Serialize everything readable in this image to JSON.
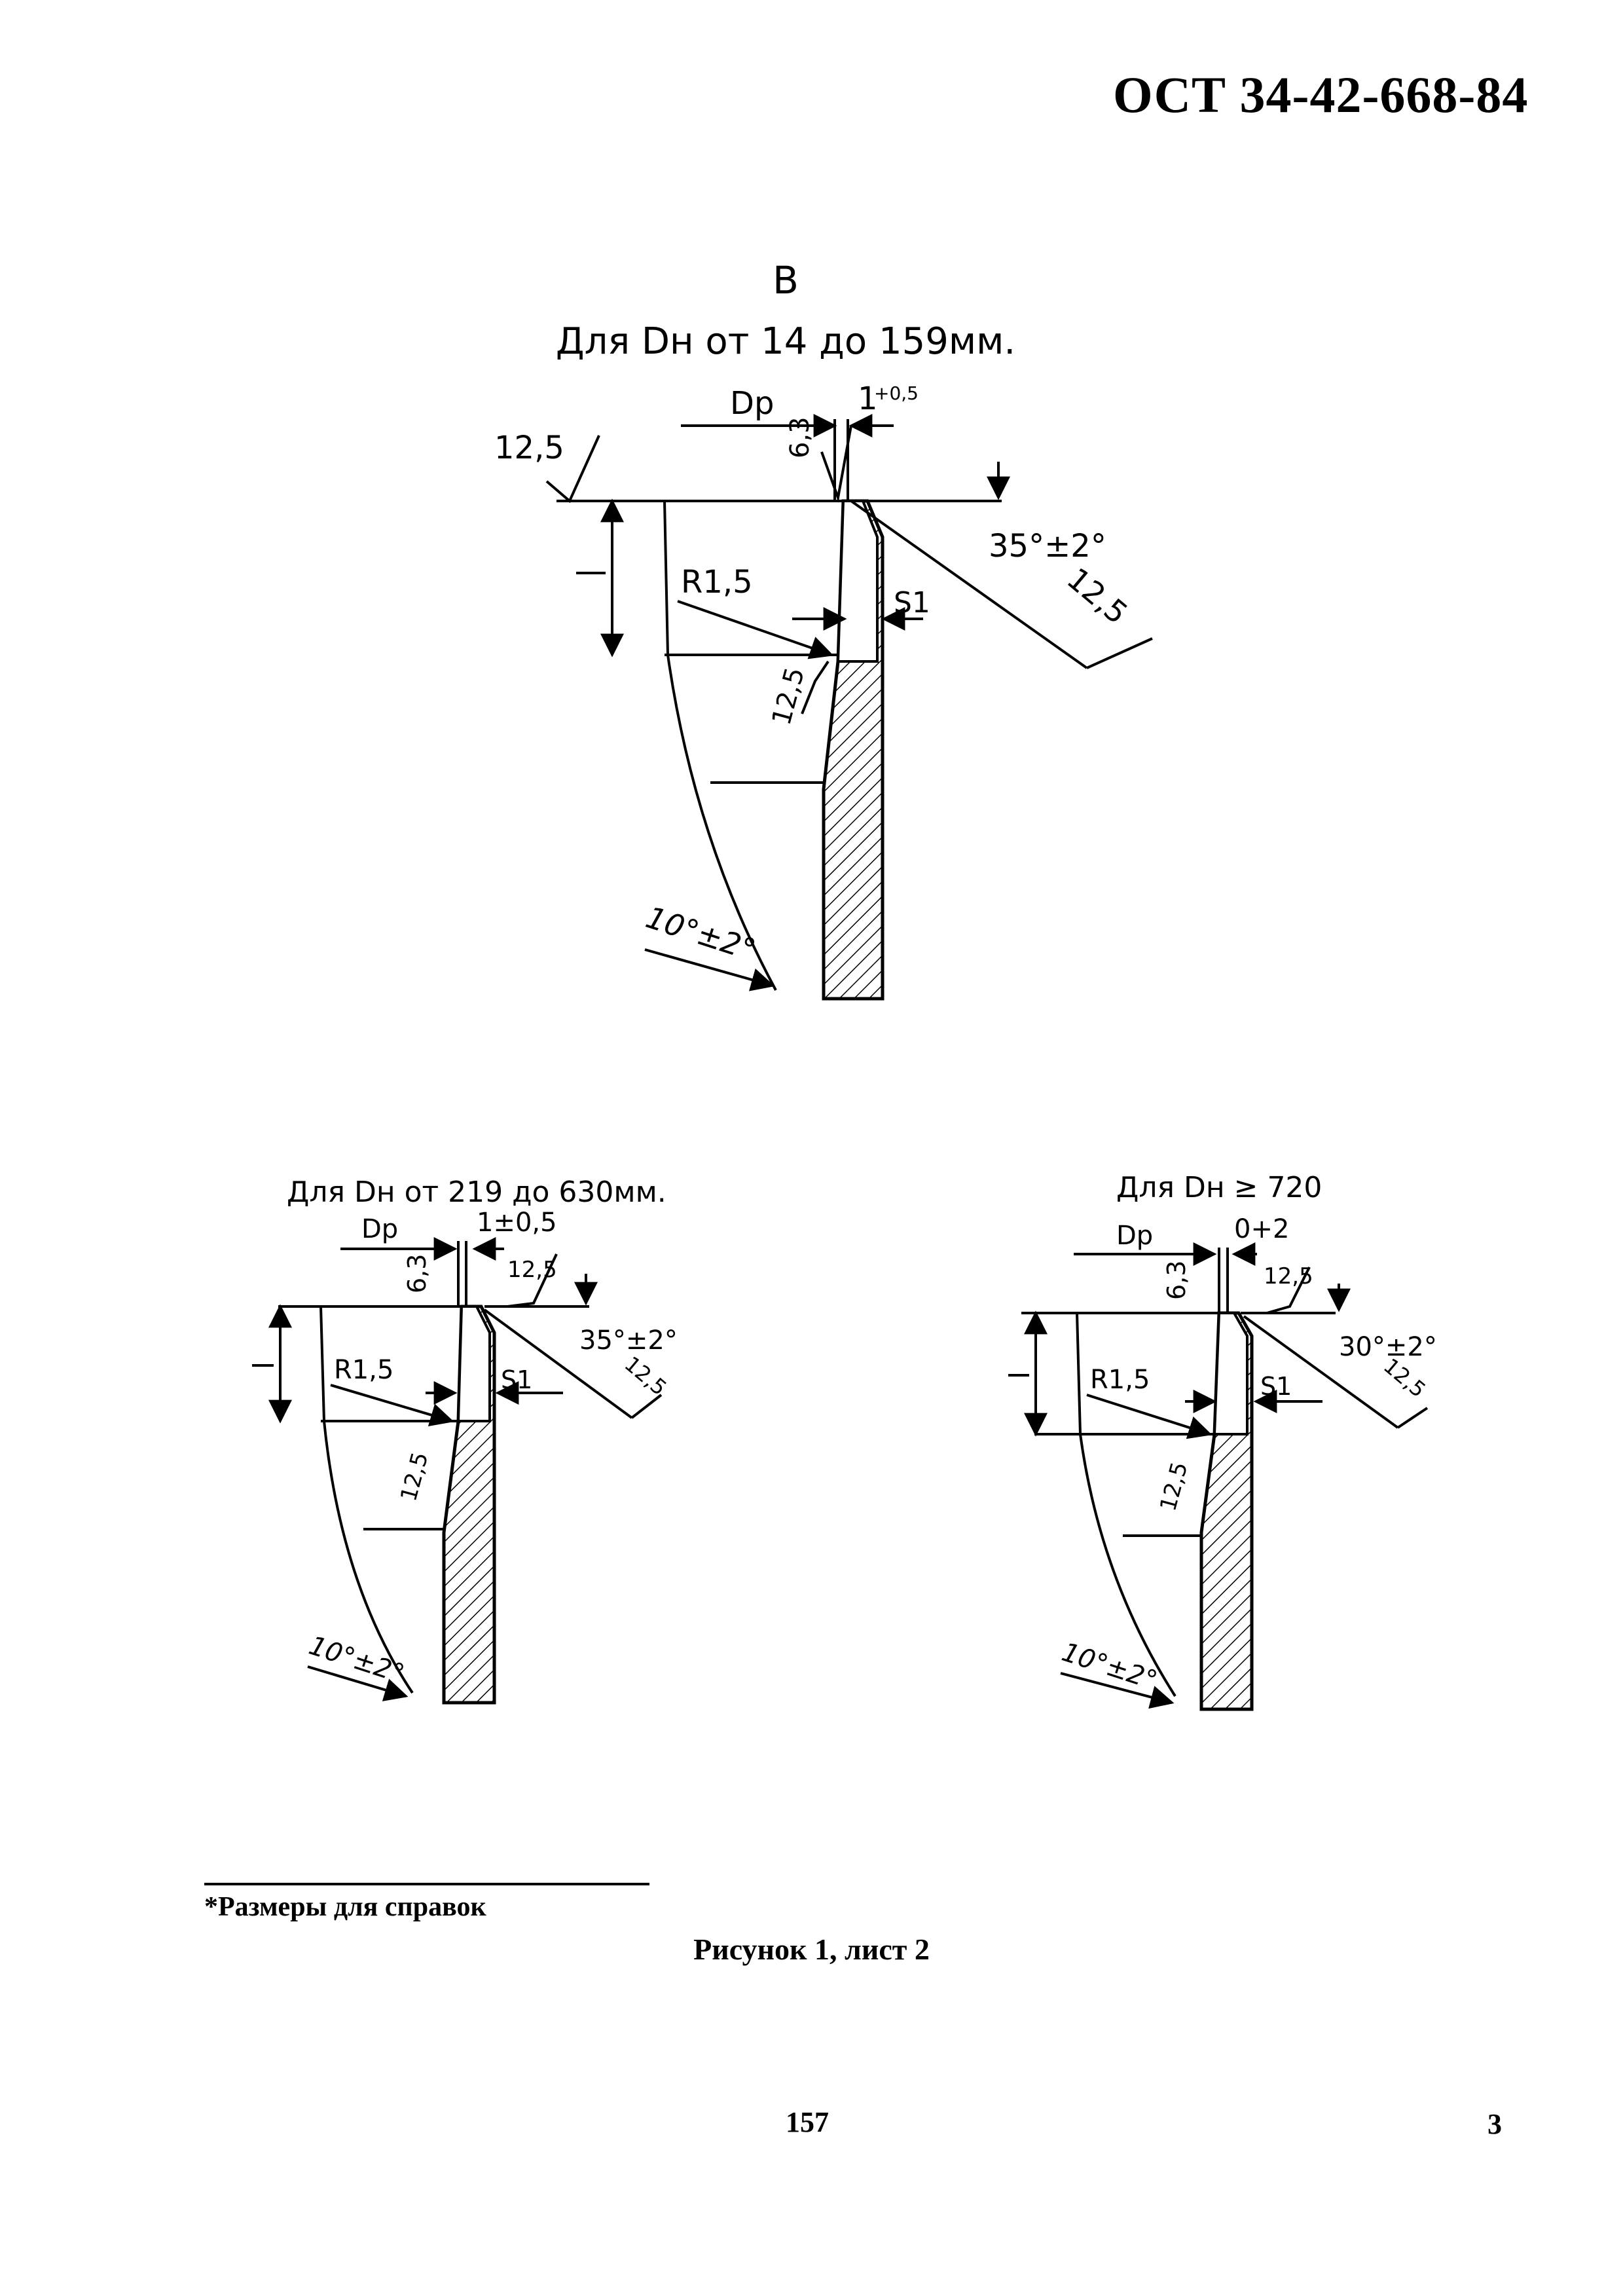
{
  "header": {
    "doc_code": "ОСТ 34-42-668-84"
  },
  "view_top": {
    "view_letter": "В",
    "range_title": "Для Dн от 14 до 159мм.",
    "dp_label": "Dр",
    "gap_label": "1",
    "gap_tol": "+0,5",
    "rough_6_3": "6,3",
    "rough_left": "12,5",
    "bevel_angle": "35°±2°",
    "rough_bevel": "12,5",
    "radius": "R1,5",
    "s1_label": "S1",
    "rough_taper": "12,5",
    "taper_angle": "10°±2°"
  },
  "view_left": {
    "range_title": "Для Dн от 219 до 630мм.",
    "dp_label": "Dр",
    "gap_label": "1±0,5",
    "rough_6_3": "6,3",
    "rough_top": "12,5",
    "bevel_angle": "35°±2°",
    "rough_bevel": "12,5",
    "radius": "R1,5",
    "s1_label": "S1",
    "rough_taper": "12,5",
    "taper_angle": "10°±2°"
  },
  "view_right": {
    "range_title": "Для Dн ≥ 720",
    "dp_label": "Dр",
    "gap_label": "0+2",
    "rough_6_3": "6,3",
    "rough_top": "12,5",
    "bevel_angle": "30°±2°",
    "rough_bevel": "12,5",
    "radius": "R1,5",
    "s1_label": "S1",
    "rough_taper": "12,5",
    "taper_angle": "10°±2°"
  },
  "footnote": "*Размеры для справок",
  "caption": {
    "figure": "Рисунок 1,",
    "sheet": "лист 2"
  },
  "page_number": "157",
  "sheet_number": "3"
}
